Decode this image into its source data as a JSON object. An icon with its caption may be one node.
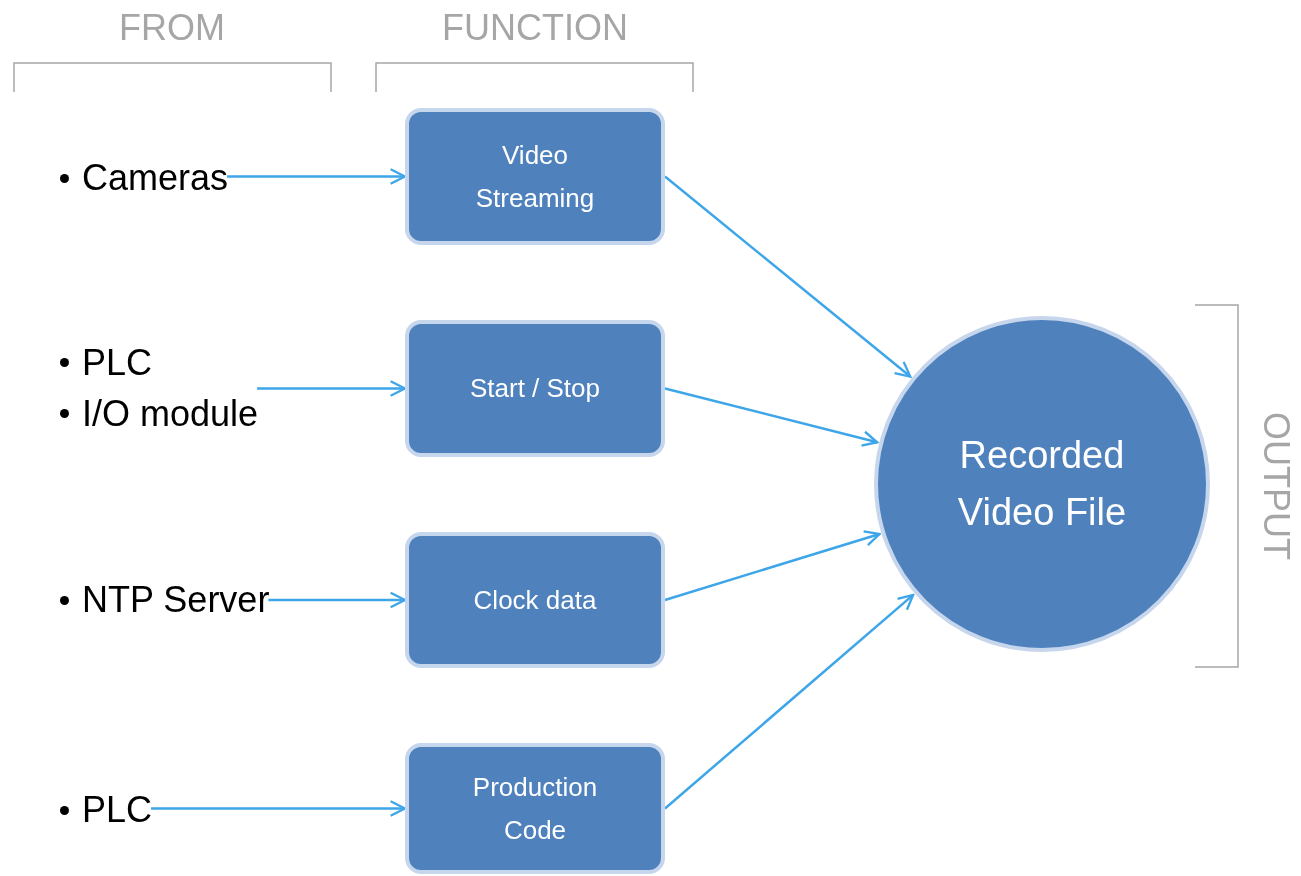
{
  "diagram": {
    "nodes": [
      {
        "text": [
          "Cameras"
        ]
      },
      {
        "text": [
          "PLC",
          "I/O module"
        ]
      },
      {
        "text": [
          "NTP Server"
        ]
      },
      {
        "text": [
          "PLC"
        ]
      },
      {
        "text": [
          "Video Streaming"
        ]
      },
      {
        "text": [
          "Start / Stop"
        ]
      },
      {
        "text": [
          "Clock data"
        ]
      },
      {
        "text": [
          "Production Code"
        ]
      },
      {
        "text": [
          "Recorded Video File"
        ]
      }
    ],
    "edges": [
      {
        "from": 0,
        "to": 4,
        "arrow": "to"
      },
      {
        "from": 1,
        "to": 5,
        "arrow": "to"
      },
      {
        "from": 2,
        "to": 6,
        "arrow": "to"
      },
      {
        "from": 3,
        "to": 7,
        "arrow": "to"
      },
      {
        "from": 4,
        "to": 8,
        "arrow": "to"
      },
      {
        "from": 5,
        "to": 8,
        "arrow": "to"
      },
      {
        "from": 6,
        "to": 8,
        "arrow": "to"
      },
      {
        "from": 7,
        "to": 8,
        "arrow": "to"
      }
    ],
    "labels": [
      "FROM",
      "FUNCTION",
      "OUTPUT"
    ]
  }
}
